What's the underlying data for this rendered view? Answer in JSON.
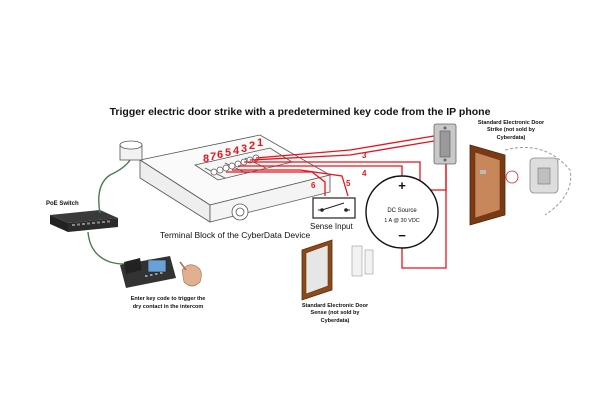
{
  "title": "Trigger electric door strike with a predetermined key code from the IP phone",
  "terminal_block_label": "Terminal Block of the CyberData Device",
  "terminal_numbers": [
    "8",
    "7",
    "6",
    "5",
    "4",
    "3",
    "2",
    "1"
  ],
  "poe_switch_label": "PoE Switch",
  "phone_caption": "Enter key code to trigger the dry contact in the intercom",
  "door_strike_label": "Standard Electronic Door Strike (not sold by Cyberdata)",
  "door_sense_label": "Standard Electronic Door Sense (not sold by Cyberdata)",
  "sense_input_label": "Sense Input",
  "dc_source": {
    "plus": "+",
    "title": "DC Source",
    "rating": "1 A @ 30 VDC",
    "minus": "−"
  },
  "wire_labels": [
    "3",
    "4",
    "6",
    "5"
  ],
  "colors": {
    "wire": "#e8141c",
    "outline": "#333333",
    "device_fill": "#ffffff",
    "switch_fill": "#2b2b2b",
    "cable": "#4a7a4a"
  }
}
